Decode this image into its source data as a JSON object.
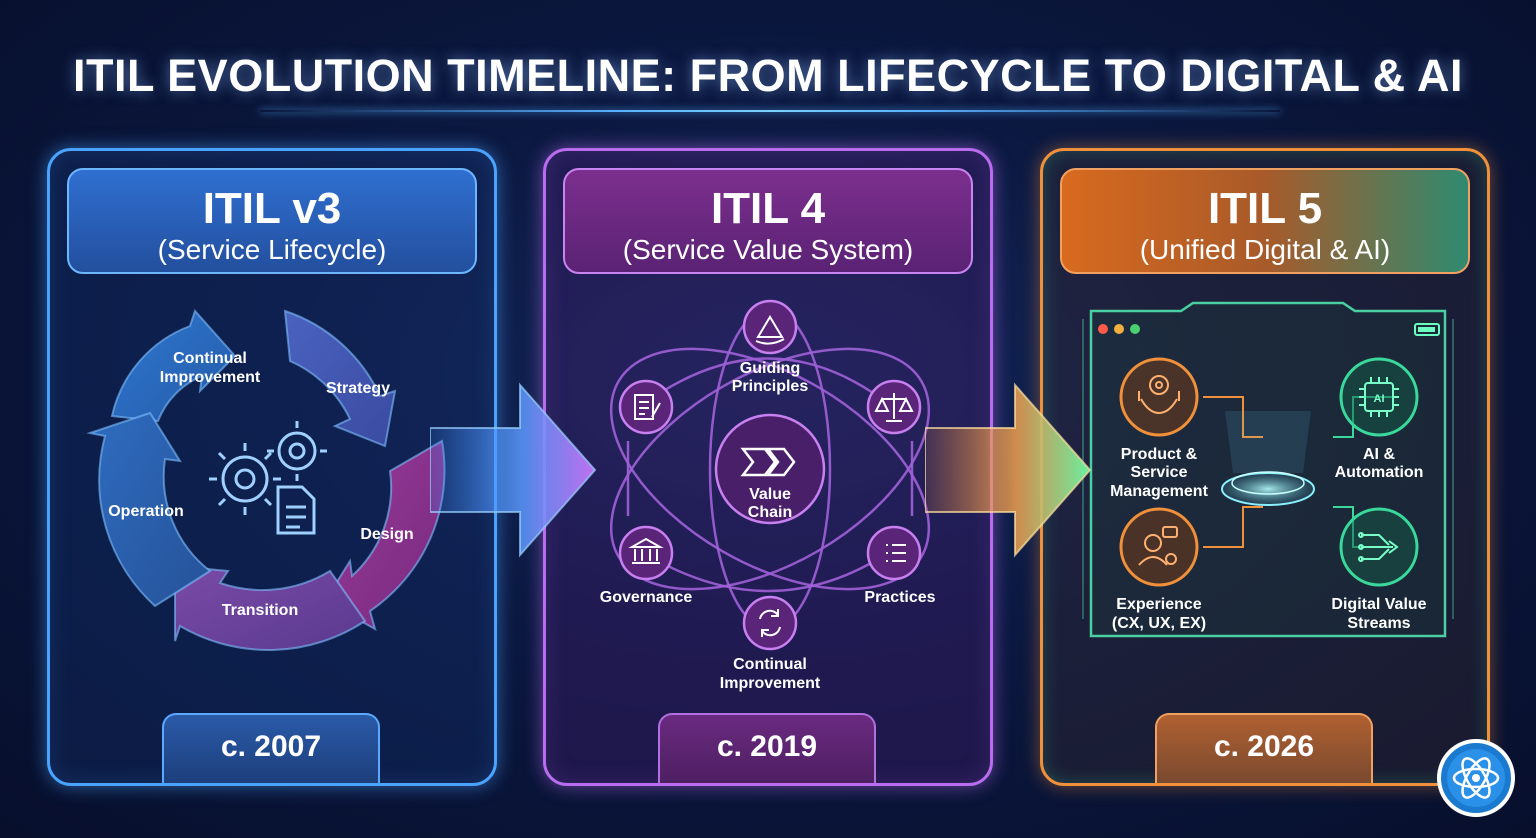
{
  "title": "ITIL EVOLUTION TIMELINE: FROM LIFECYCLE TO DIGITAL & AI",
  "panels": [
    {
      "name": "ITIL v3",
      "subtitle": "(Service Lifecycle)",
      "year": "c. 2007",
      "color": "#4aa4ff",
      "stages": {
        "continual_1": "Continual",
        "continual_2": "Improvement",
        "strategy": "Strategy",
        "design": "Design",
        "transition": "Transition",
        "operation": "Operation"
      },
      "icons": [
        "gears-icon",
        "document-icon"
      ]
    },
    {
      "name": "ITIL 4",
      "subtitle": "(Service Value System)",
      "year": "c. 2019",
      "color": "#b96cf0",
      "nodes": {
        "guiding_1": "Guiding",
        "guiding_2": "Principles",
        "value_1": "Value",
        "value_2": "Chain",
        "governance": "Governance",
        "practices": "Practices",
        "continual_1": "Continual",
        "continual_2": "Improvement"
      },
      "icons": [
        "mountain-hand-icon",
        "checklist-pen-icon",
        "scales-icon",
        "bank-icon",
        "list-icon",
        "refresh-icon",
        "chevrons-icon"
      ]
    },
    {
      "name": "ITIL 5",
      "subtitle": "(Unified Digital & AI)",
      "year": "c. 2026",
      "color": "#f0903a",
      "features": {
        "product_1": "Product &",
        "product_2": "Service",
        "product_3": "Management",
        "ai_1": "AI &",
        "ai_2": "Automation",
        "experience_1": "Experience",
        "experience_2": "(CX, UX, EX)",
        "streams_1": "Digital Value",
        "streams_2": "Streams"
      },
      "chip_label": "AI",
      "icons": [
        "gear-hands-icon",
        "ai-chip-icon",
        "user-chat-icon",
        "circuit-arrow-icon",
        "battery-icon"
      ]
    }
  ],
  "colors": {
    "blue": "#4aa4ff",
    "purple": "#b96cf0",
    "orange": "#f0903a",
    "green": "#3ad89a"
  }
}
